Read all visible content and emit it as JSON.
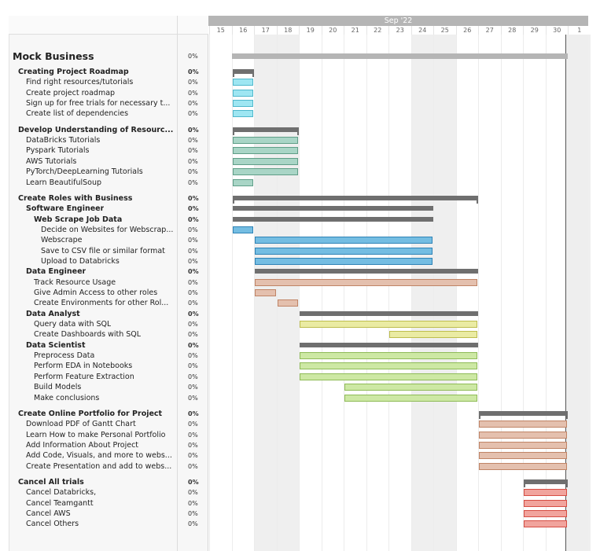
{
  "timeline": {
    "month_label": "Sep '22",
    "days": [
      "15",
      "16",
      "17",
      "18",
      "19",
      "20",
      "21",
      "22",
      "23",
      "24",
      "25",
      "26",
      "27",
      "28",
      "29",
      "30",
      "1"
    ],
    "weekend_days": [
      "17",
      "18",
      "24",
      "25",
      "1"
    ]
  },
  "colors": {
    "summary_bar": "#6f6f6f",
    "project_bar": "#b5b5b5",
    "roadmap": "#9ee6f2",
    "roadmap_border": "#4fb8cc",
    "understanding": "#a9d5c6",
    "understanding_border": "#5f9e87",
    "webscrape": "#74bde2",
    "webscrape_border": "#2f83b6",
    "engineer": "#e4c0ae",
    "engineer_border": "#c08466",
    "analyst": "#eaeba3",
    "analyst_border": "#bdbd4e",
    "scientist": "#cde8a4",
    "scientist_border": "#8fbb57",
    "cancel": "#f1a49d",
    "cancel_border": "#d64e44"
  },
  "rows": [
    {
      "name": "Mock Business",
      "pct": "0%",
      "level": 0,
      "style": "top",
      "kind": "project",
      "start": "16",
      "end": "30"
    },
    {
      "name": "Creating Project Roadmap",
      "pct": "0%",
      "level": 1,
      "style": "bold",
      "kind": "summary",
      "start": "16",
      "end": "16"
    },
    {
      "name": "Find right resources/tutorials",
      "pct": "0%",
      "level": 2,
      "kind": "task",
      "color": "roadmap",
      "start": "16",
      "end": "16"
    },
    {
      "name": "Create project roadmap",
      "pct": "0%",
      "level": 2,
      "kind": "task",
      "color": "roadmap",
      "start": "16",
      "end": "16"
    },
    {
      "name": "Sign up for free trials for necessary t...",
      "pct": "0%",
      "level": 2,
      "kind": "task",
      "color": "roadmap",
      "start": "16",
      "end": "16"
    },
    {
      "name": "Create list of dependencies",
      "pct": "0%",
      "level": 2,
      "kind": "task",
      "color": "roadmap",
      "start": "16",
      "end": "16"
    },
    {
      "gap": true
    },
    {
      "name": "Develop Understanding of Resourc...",
      "pct": "0%",
      "level": 1,
      "style": "bold",
      "kind": "summary",
      "start": "16",
      "end": "18"
    },
    {
      "name": "DataBricks Tutorials",
      "pct": "0%",
      "level": 2,
      "kind": "task",
      "color": "understanding",
      "start": "16",
      "end": "18"
    },
    {
      "name": "Pyspark Tutorials",
      "pct": "0%",
      "level": 2,
      "kind": "task",
      "color": "understanding",
      "start": "16",
      "end": "18"
    },
    {
      "name": "AWS Tutorials",
      "pct": "0%",
      "level": 2,
      "kind": "task",
      "color": "understanding",
      "start": "16",
      "end": "18"
    },
    {
      "name": "PyTorch/DeepLearning Tutorials",
      "pct": "0%",
      "level": 2,
      "kind": "task",
      "color": "understanding",
      "start": "16",
      "end": "18"
    },
    {
      "name": "Learn BeautifulSoup",
      "pct": "0%",
      "level": 2,
      "kind": "task",
      "color": "understanding",
      "start": "16",
      "end": "16"
    },
    {
      "gap": true
    },
    {
      "name": "Create Roles with Business",
      "pct": "0%",
      "level": 1,
      "style": "bold",
      "kind": "summary",
      "start": "16",
      "end": "26"
    },
    {
      "name": "Software Engineer",
      "pct": "0%",
      "level": 2,
      "style": "bold",
      "kind": "summary",
      "start": "16",
      "end": "24",
      "noticks": true
    },
    {
      "name": "Web Scrape Job Data",
      "pct": "0%",
      "level": 3,
      "style": "bold",
      "kind": "summary",
      "start": "16",
      "end": "24",
      "noticks": true
    },
    {
      "name": "Decide on Websites for Webscrap...",
      "pct": "0%",
      "level": 4,
      "kind": "task",
      "color": "webscrape",
      "start": "16",
      "end": "16"
    },
    {
      "name": "Webscrape",
      "pct": "0%",
      "level": 4,
      "kind": "task",
      "color": "webscrape",
      "start": "17",
      "end": "24"
    },
    {
      "name": "Save to CSV file or similar format",
      "pct": "0%",
      "level": 4,
      "kind": "task",
      "color": "webscrape",
      "start": "17",
      "end": "24"
    },
    {
      "name": "Upload to Databricks",
      "pct": "0%",
      "level": 4,
      "kind": "task",
      "color": "webscrape",
      "start": "17",
      "end": "24"
    },
    {
      "name": "Data Engineer",
      "pct": "0%",
      "level": 2,
      "style": "bold",
      "kind": "summary",
      "start": "17",
      "end": "26",
      "noticks": true
    },
    {
      "name": "Track Resource Usage",
      "pct": "0%",
      "level": 3,
      "kind": "task",
      "color": "engineer",
      "start": "17",
      "end": "26"
    },
    {
      "name": "Give Admin Access to other roles",
      "pct": "0%",
      "level": 3,
      "kind": "task",
      "color": "engineer",
      "start": "17",
      "end": "17"
    },
    {
      "name": "Create Environments for other Rol...",
      "pct": "0%",
      "level": 3,
      "kind": "task",
      "color": "engineer",
      "start": "18",
      "end": "18"
    },
    {
      "name": "Data Analyst",
      "pct": "0%",
      "level": 2,
      "style": "bold",
      "kind": "summary",
      "start": "19",
      "end": "26",
      "noticks": true
    },
    {
      "name": "Query data with SQL",
      "pct": "0%",
      "level": 3,
      "kind": "task",
      "color": "analyst",
      "start": "19",
      "end": "26"
    },
    {
      "name": "Create Dashboards with SQL",
      "pct": "0%",
      "level": 3,
      "kind": "task",
      "color": "analyst",
      "start": "23",
      "end": "26"
    },
    {
      "name": "Data Scientist",
      "pct": "0%",
      "level": 2,
      "style": "bold",
      "kind": "summary",
      "start": "19",
      "end": "26",
      "noticks": true
    },
    {
      "name": "Preprocess Data",
      "pct": "0%",
      "level": 3,
      "kind": "task",
      "color": "scientist",
      "start": "19",
      "end": "26"
    },
    {
      "name": "Perform EDA in Notebooks",
      "pct": "0%",
      "level": 3,
      "kind": "task",
      "color": "scientist",
      "start": "19",
      "end": "26"
    },
    {
      "name": "Perform Feature Extraction",
      "pct": "0%",
      "level": 3,
      "kind": "task",
      "color": "scientist",
      "start": "19",
      "end": "26"
    },
    {
      "name": "Build Models",
      "pct": "0%",
      "level": 3,
      "kind": "task",
      "color": "scientist",
      "start": "21",
      "end": "26"
    },
    {
      "name": "Make conclusions",
      "pct": "0%",
      "level": 3,
      "kind": "task",
      "color": "scientist",
      "start": "21",
      "end": "26"
    },
    {
      "gap": true
    },
    {
      "name": "Create Online Portfolio for Project",
      "pct": "0%",
      "level": 1,
      "style": "bold",
      "kind": "summary",
      "start": "27",
      "end": "30"
    },
    {
      "name": "Download PDF of Gantt Chart",
      "pct": "0%",
      "level": 2,
      "kind": "task",
      "color": "engineer",
      "start": "27",
      "end": "30"
    },
    {
      "name": "Learn How to make Personal Portfolio",
      "pct": "0%",
      "level": 2,
      "kind": "task",
      "color": "engineer",
      "start": "27",
      "end": "30"
    },
    {
      "name": "Add Information About Project",
      "pct": "0%",
      "level": 2,
      "kind": "task",
      "color": "engineer",
      "start": "27",
      "end": "30"
    },
    {
      "name": "Add Code, Visuals, and more to webs...",
      "pct": "0%",
      "level": 2,
      "kind": "task",
      "color": "engineer",
      "start": "27",
      "end": "30"
    },
    {
      "name": "Create Presentation and add to webs...",
      "pct": "0%",
      "level": 2,
      "kind": "task",
      "color": "engineer",
      "start": "27",
      "end": "30"
    },
    {
      "gap": true
    },
    {
      "name": "Cancel All trials",
      "pct": "0%",
      "level": 1,
      "style": "bold",
      "kind": "summary",
      "start": "29",
      "end": "30"
    },
    {
      "name": "Cancel Databricks,",
      "pct": "0%",
      "level": 2,
      "kind": "task",
      "color": "cancel",
      "start": "29",
      "end": "30"
    },
    {
      "name": "Cancel Teamgantt",
      "pct": "0%",
      "level": 2,
      "kind": "task",
      "color": "cancel",
      "start": "29",
      "end": "30"
    },
    {
      "name": "Cancel AWS",
      "pct": "0%",
      "level": 2,
      "kind": "task",
      "color": "cancel",
      "start": "29",
      "end": "30"
    },
    {
      "name": "Cancel Others",
      "pct": "0%",
      "level": 2,
      "kind": "task",
      "color": "cancel",
      "start": "29",
      "end": "30"
    }
  ]
}
